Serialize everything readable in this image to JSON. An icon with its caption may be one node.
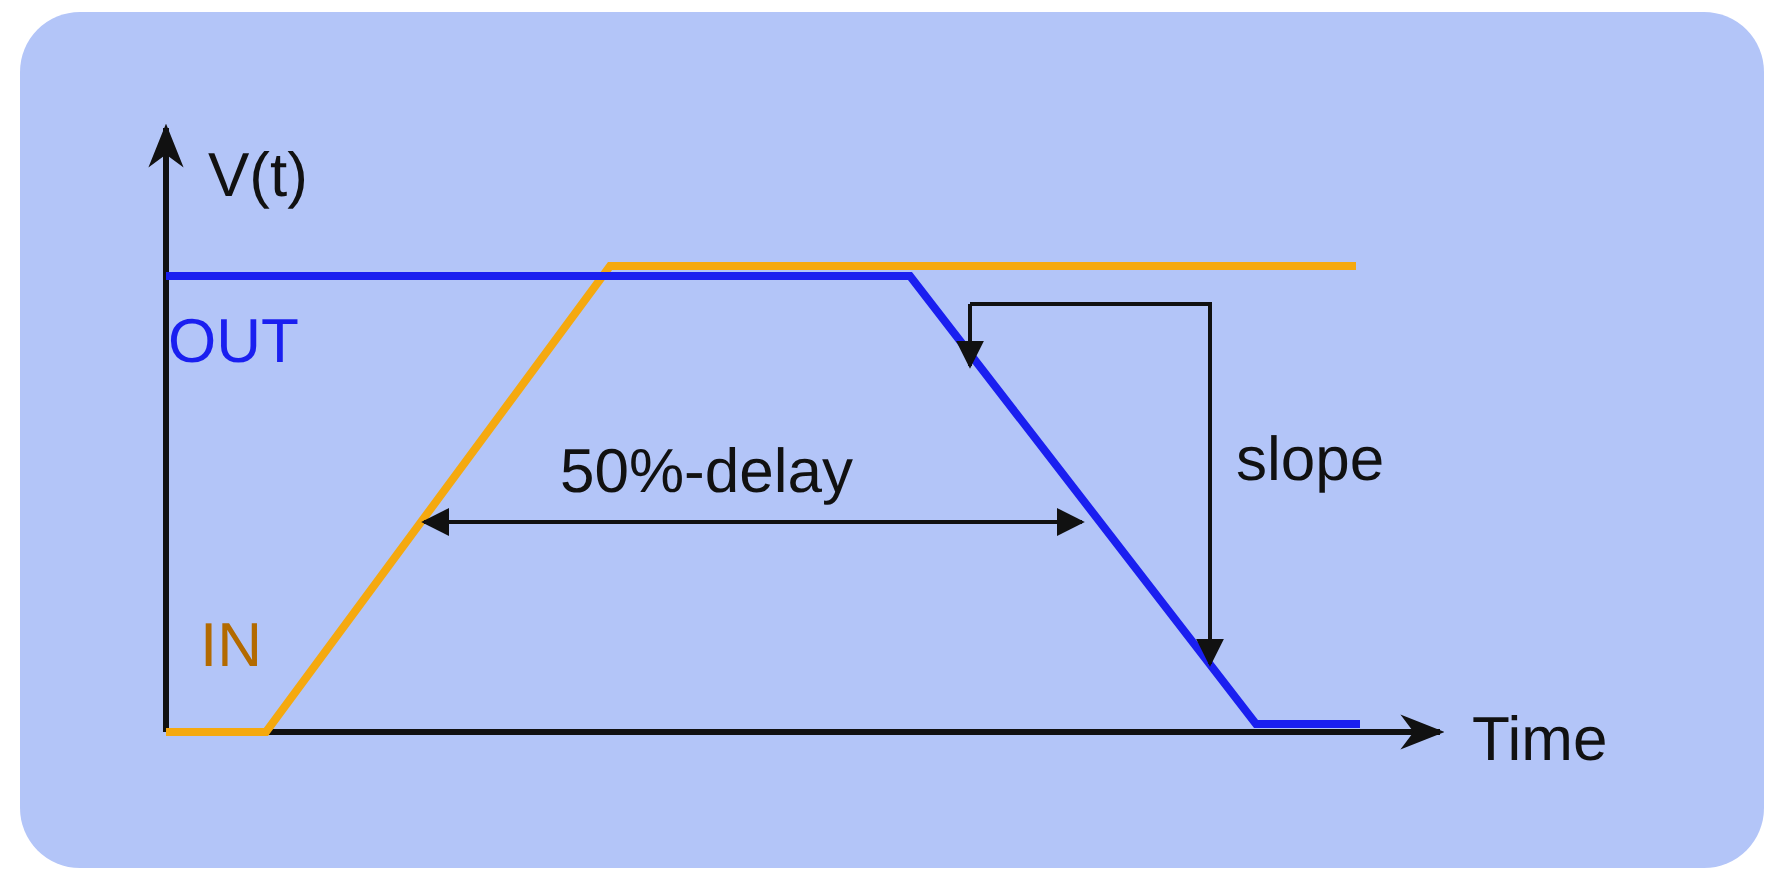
{
  "diagram": {
    "labels": [
      "V(t)",
      "OUT",
      "50%-delay",
      "slope",
      "IN",
      "Time"
    ]
  }
}
